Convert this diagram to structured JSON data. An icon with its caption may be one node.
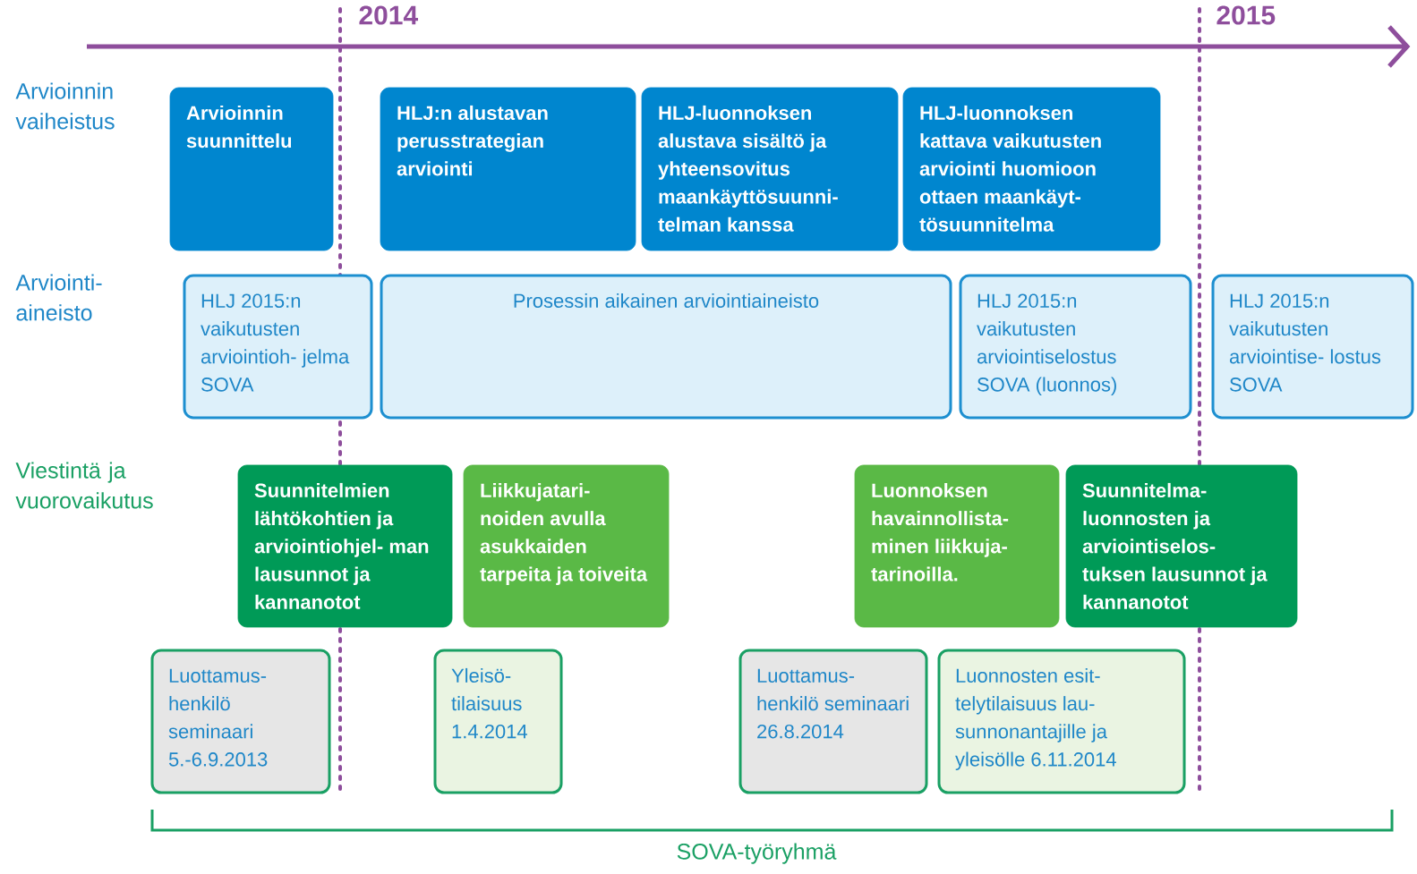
{
  "diagram": {
    "nodes": [
      {
        "text": [
          "Arvioinnin suunnittelu"
        ]
      },
      {
        "text": [
          "HLJ:n alustavan perusstrategian arviointi"
        ]
      },
      {
        "text": [
          "HLJ-luonnoksen alustava sisältö ja yhteensovitus maankäyttösuunni- telman kanssa"
        ]
      },
      {
        "text": [
          "HLJ-luonnoksen kattava vaikutusten arviointi huomioon ottaen maankäyt- tösuunnitelma"
        ]
      },
      {
        "text": [
          "HLJ 2015:n vaikutusten arviointioh- jelma SOVA"
        ]
      },
      {
        "text": [
          "Prosessin aikainen arviointiaineisto"
        ]
      },
      {
        "text": [
          "HLJ 2015:n vaikutusten arviointiselostus SOVA (luonnos)"
        ]
      },
      {
        "text": [
          "HLJ 2015:n vaikutusten arviointise- lostus SOVA"
        ]
      },
      {
        "text": [
          "Suunnitelmien lähtökohtien ja arviointiohjel- man lausunnot ja kannanotot"
        ]
      },
      {
        "text": [
          "Liikkujatari- noiden avulla asukkaiden tarpeita ja toiveita"
        ]
      },
      {
        "text": [
          "Luonnoksen havainnollista- minen liikkuja- tarinoilla."
        ]
      },
      {
        "text": [
          "Suunnitelma- luonnosten ja arviointiselos- tuksen lausunnot ja kannanotot"
        ]
      },
      {
        "text": [
          "Luottamus- henkilö seminaari 5.-6.9.2013"
        ]
      },
      {
        "text": [
          "Yleisö- tilaisuus 1.4.2014"
        ]
      },
      {
        "text": [
          "Luottamus- henkilö seminaari 26.8.2014"
        ]
      },
      {
        "text": [
          "Luonnosten esit- telytilaisuus lau- sunnonantajille ja yleisölle 6.11.2014"
        ]
      }
    ],
    "labels": [
      "2014",
      "2015",
      "Arvioinnin vaiheistus",
      "Arviointi- aineisto",
      "Viestintä ja vuorovaikutus",
      "SOVA-työryhmä"
    ]
  }
}
